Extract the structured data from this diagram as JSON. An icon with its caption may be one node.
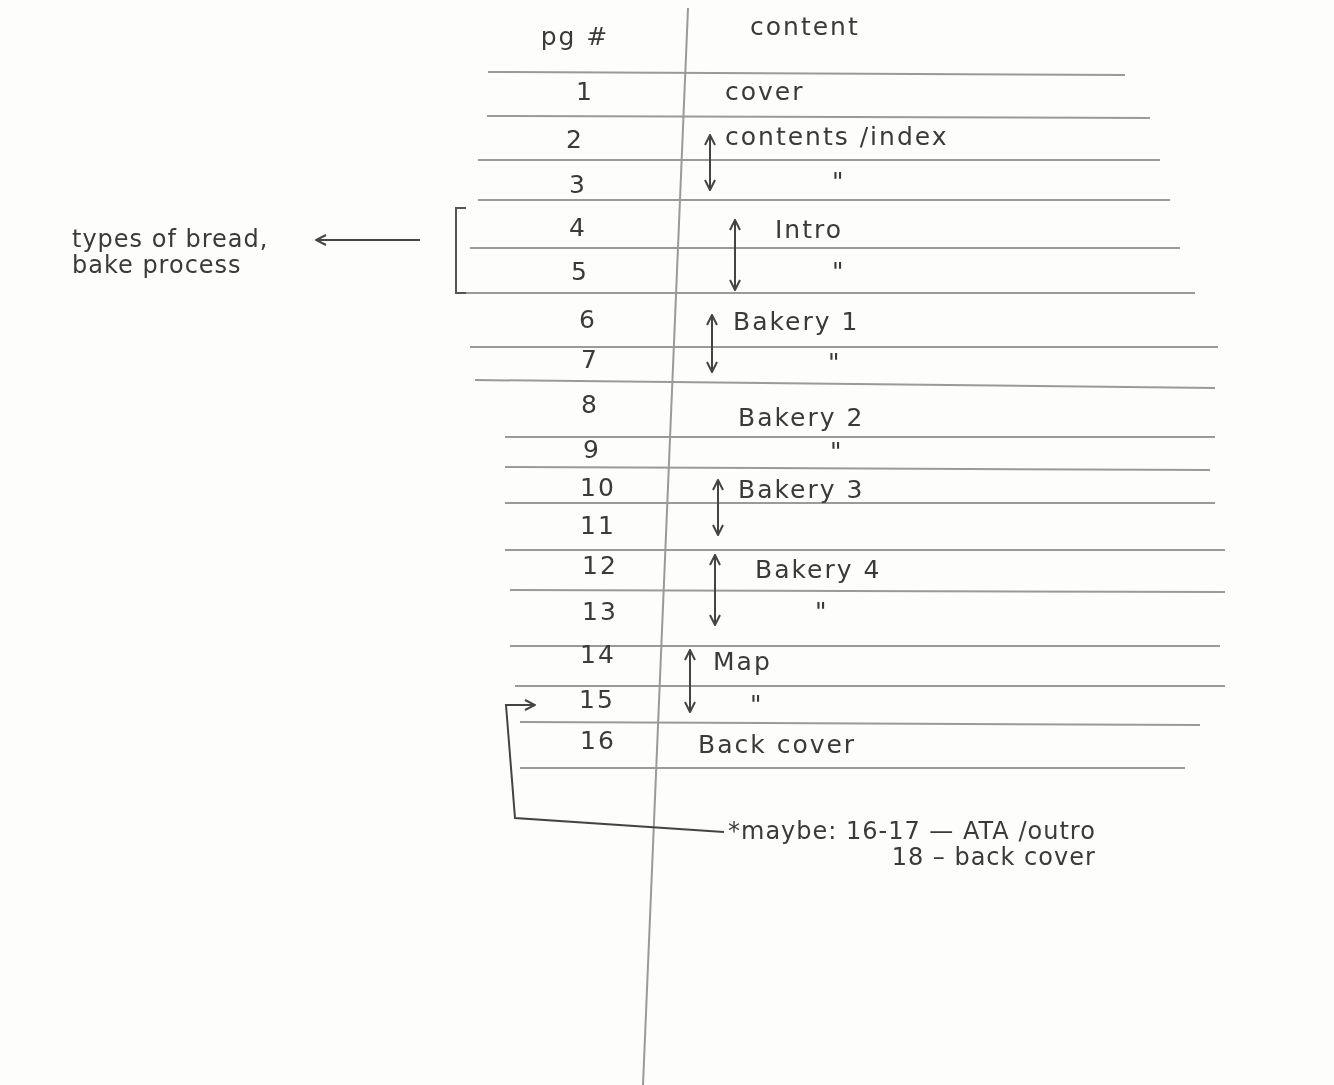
{
  "diagram": {
    "nodes": [
      {
        "text": [
          "types of bread, bake process"
        ]
      },
      {
        "text": [
          "*maybe: 16-17 — ATA /outro",
          "18 – back cover"
        ]
      }
    ],
    "edges": [
      {
        "from": null,
        "to": 0,
        "arrow": "to"
      },
      {
        "from": 1,
        "to": null,
        "arrow": "to"
      }
    ],
    "labels": [
      "pg #",
      "content",
      "1",
      "cover",
      "2",
      "contents /index",
      "3",
      "\"",
      "4",
      "Intro",
      "5",
      "\"",
      "6",
      "Bakery 1",
      "7",
      "\"",
      "8",
      "Bakery 2",
      "9",
      "\"",
      "10",
      "Bakery 3",
      "11",
      "12",
      "Bakery 4",
      "13",
      "\"",
      "14",
      "Map",
      "15",
      "\"",
      "16",
      "Back cover"
    ]
  }
}
